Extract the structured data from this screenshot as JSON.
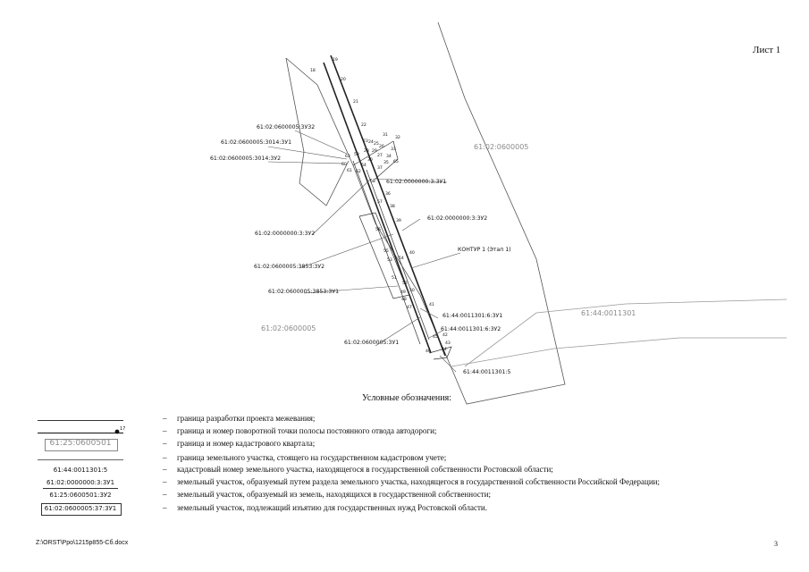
{
  "sheet_label": "Лист 1",
  "map": {
    "quarters": [
      "61:02:0600005",
      "61:02:0600005",
      "61:44:0011301"
    ],
    "parcels": [
      "61:02:0600005:3УЗ2",
      "61:02:0600005:3014:3У1",
      "61:02:0600005:3014:3У2",
      "61:02:0000000:3:3У1",
      "61:02:0000000:3:3У2",
      "61:02:0000000:3:3У2",
      "61:02:0600005:3853:3У2",
      "КОНТУР 1 (Этап 1)",
      "61:02:0600005:3853:3У1",
      "61:44:0011301:6:3У1",
      "61:44:0011301:6:3У2",
      "61:02:0600005:3У1",
      "61:44:0011301:5"
    ],
    "points": [
      "19",
      "18",
      "20",
      "21",
      "22",
      "23",
      "24",
      "25",
      "26",
      "27",
      "28",
      "29",
      "30",
      "31",
      "32",
      "33",
      "34",
      "35",
      "36",
      "37",
      "38",
      "39",
      "40",
      "41",
      "42",
      "43",
      "44",
      "45",
      "46",
      "47",
      "48",
      "49",
      "50",
      "51",
      "52",
      "53",
      "54",
      "55",
      "56",
      "57",
      "58",
      "59",
      "60",
      "61",
      "62",
      "63",
      "64",
      "65"
    ]
  },
  "legend": {
    "title": "Условные обозначения:",
    "point_example": "17",
    "quarter_example": "61:25:0600501",
    "cadastral_example": "61:44:0011301:5",
    "federal_example": "61:02:0000000:3:3У1",
    "state_example": "61:25:0600501:3У2",
    "seized_example": "61:02:0600005:37:3У1",
    "dash": "–",
    "items": [
      "граница разработки проекта межевания;",
      "граница и номер поворотной точки полосы постоянного отвода автодороги;",
      "граница и номер кадастрового квартала;",
      "граница земельного участка, стоящего на государственном кадастровом учете;",
      "кадастровый номер земельного участка, находящегося в государственной собственности Ростовской области;",
      "земельный участок, образуемый путем раздела земельного участка, находящегося в государственной собственности Российской Федерации;",
      "земельный участок, образуемый из земель, находящихся в государственной собственности;",
      "земельный участок, подлежащий изъятию для государственных нужд Ростовской области."
    ]
  },
  "footer": {
    "path": "Z:\\ORST\\Ppo\\1215p855-Сб.docx",
    "page_number": "3"
  }
}
